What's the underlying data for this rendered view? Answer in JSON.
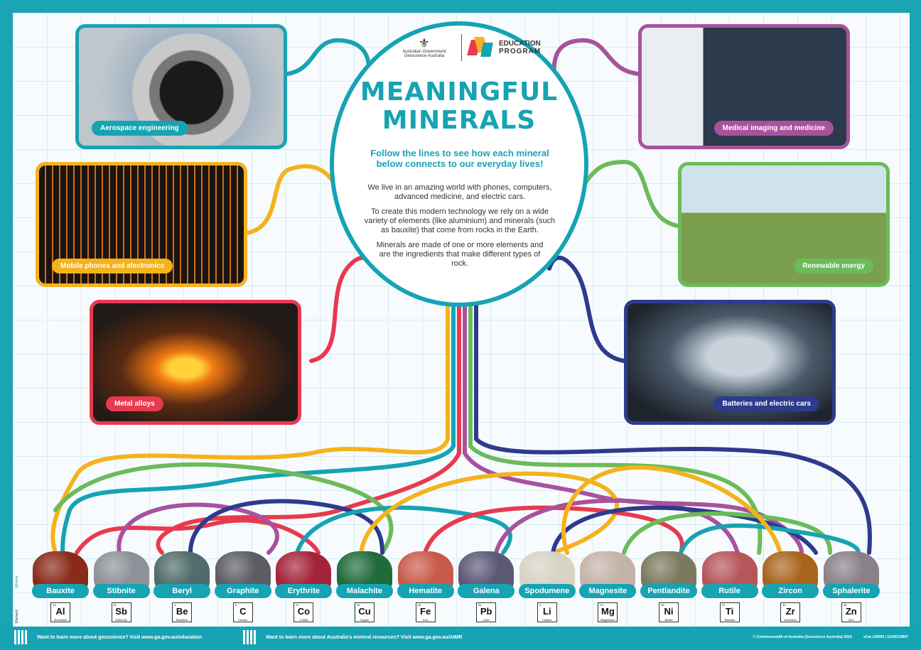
{
  "header": {
    "gov_logo_line1": "Australian Government",
    "gov_logo_line2": "Geoscience Australia",
    "program_line1": "EDUCATION",
    "program_line2": "PROGRAM",
    "title_line1": "MEANINGFUL",
    "title_line2": "MINERALS",
    "intro": "Follow the lines to see how each mineral below connects to our everyday lives!",
    "para1": "We live in an amazing world with phones, computers, advanced medicine, and electric cars.",
    "para2": "To create this modern technology we rely on a wide variety of elements (like aluminium) and minerals (such as bauxite) that come from rocks in the Earth.",
    "para3": "Minerals are made of one or more elements and are the ingredients that make different types of rock."
  },
  "uses": [
    {
      "label": "Aerospace engineering",
      "color": "#16a3b3"
    },
    {
      "label": "Mobile phones and electronics",
      "color": "#f5b21c"
    },
    {
      "label": "Metal alloys",
      "color": "#e83a4f"
    },
    {
      "label": "Medical imaging and medicine",
      "color": "#a8529d"
    },
    {
      "label": "Renewable energy",
      "color": "#6cbb5a"
    },
    {
      "label": "Batteries and electric cars",
      "color": "#2e3b8c"
    }
  ],
  "minerals": [
    {
      "name": "Bauxite",
      "number": "13",
      "symbol": "Al",
      "element": "Aluminium",
      "rock_color": "#8a2a18"
    },
    {
      "name": "Stibnite",
      "number": "51",
      "symbol": "Sb",
      "element": "Antimony",
      "rock_color": "#8e9199"
    },
    {
      "name": "Beryl",
      "number": "4",
      "symbol": "Be",
      "element": "Beryllium",
      "rock_color": "#4f6b6b"
    },
    {
      "name": "Graphite",
      "number": "6",
      "symbol": "C",
      "element": "Carbon",
      "rock_color": "#5c5d63"
    },
    {
      "name": "Erythrite",
      "number": "27",
      "symbol": "Co",
      "element": "Cobalt",
      "rock_color": "#a3243a"
    },
    {
      "name": "Malachite",
      "number": "29",
      "symbol": "Cu",
      "element": "Copper",
      "rock_color": "#1f6b3a"
    },
    {
      "name": "Hematite",
      "number": "26",
      "symbol": "Fe",
      "element": "Iron",
      "rock_color": "#c85a4a"
    },
    {
      "name": "Galena",
      "number": "82",
      "symbol": "Pb",
      "element": "Lead",
      "rock_color": "#5b5876"
    },
    {
      "name": "Spodumene",
      "number": "3",
      "symbol": "Li",
      "element": "Lithium",
      "rock_color": "#d7d2c4"
    },
    {
      "name": "Magnesite",
      "number": "12",
      "symbol": "Mg",
      "element": "Magnesium",
      "rock_color": "#c4b3a8"
    },
    {
      "name": "Pentlandite",
      "number": "28",
      "symbol": "Ni",
      "element": "Nickel",
      "rock_color": "#7a7a5e"
    },
    {
      "name": "Rutile",
      "number": "22",
      "symbol": "Ti",
      "element": "Titanium",
      "rock_color": "#b6555a"
    },
    {
      "name": "Zircon",
      "number": "40",
      "symbol": "Zr",
      "element": "Zirconium",
      "rock_color": "#a9641c"
    },
    {
      "name": "Sphalerite",
      "number": "30",
      "symbol": "Zn",
      "element": "Zinc",
      "rock_color": "#8a8088"
    }
  ],
  "side_labels": {
    "mineral": "Mineral",
    "element": "Element"
  },
  "footer": {
    "left": "Want to learn more about geoscience? Visit www.ga.gov.au/education",
    "middle": "Want to learn more about Australia's mineral resources? Visit www.ga.gov.au/AIMR",
    "copyright": "© Commonwealth of Australia (Geoscience Australia) 2024.",
    "ecat": "eCat 149555 | GA35233897"
  }
}
